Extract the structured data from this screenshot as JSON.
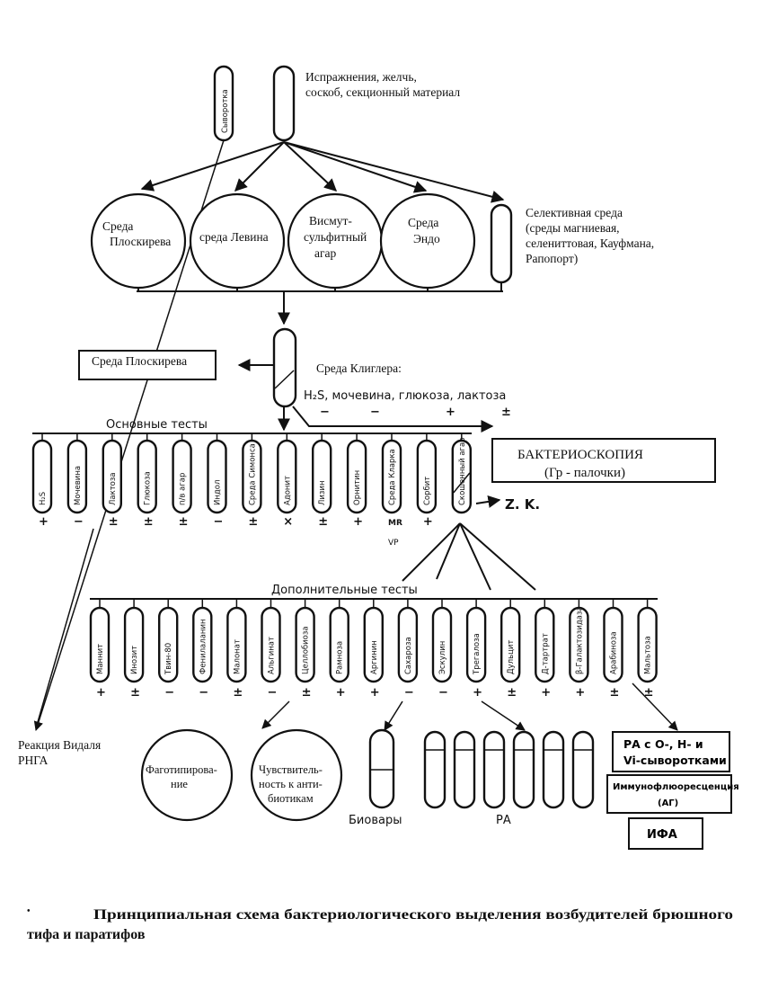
{
  "specimen": {
    "top_tube_label": "Сыворотка",
    "source_line1": "Испражнения, желчь,",
    "source_line2": "соскоб, секционный материал"
  },
  "plates": [
    {
      "line1": "Среда",
      "line2": "Плоскирева",
      "line3": ""
    },
    {
      "line1": "среда Левина",
      "line2": "",
      "line3": ""
    },
    {
      "line1": "Висмут-",
      "line2": "сульфитный",
      "line3": "агар"
    },
    {
      "line1": "Среда",
      "line2": "Эндо",
      "line3": ""
    }
  ],
  "selective": {
    "line1": "Селективная среда",
    "line2": "(среды магниевая,",
    "line3": "селениттовая, Кауфмана,",
    "line4": "Рапопорт)"
  },
  "kligler": {
    "title": "Среда Клиглера:",
    "tests": "H₂S,  мочевина,  глюкоза,  лактоза",
    "signs": [
      "−",
      "−",
      "+",
      "±"
    ]
  },
  "ploskirev_box": "Среда Плоскирева",
  "bacterioscopy": {
    "line1": "БАКТЕРИОСКОПИЯ",
    "line2": "(Гр - палочки)"
  },
  "main_tests": {
    "title": "Основные тесты",
    "tubes": [
      {
        "label": "H₂S",
        "sign": "+"
      },
      {
        "label": "Мочевина",
        "sign": "−"
      },
      {
        "label": "Лактоза",
        "sign": "±"
      },
      {
        "label": "Глюкоза",
        "sign": "±"
      },
      {
        "label": "п/в агар",
        "sign": "±"
      },
      {
        "label": "Индол",
        "sign": "−"
      },
      {
        "label": "Среда Симонса",
        "sign": "±"
      },
      {
        "label": "Адонит",
        "sign": "×"
      },
      {
        "label": "Лизин",
        "sign": "±"
      },
      {
        "label": "Орнитин",
        "sign": "+"
      },
      {
        "label": "Среда Кларка",
        "sign": "МR"
      },
      {
        "label": "Сорбит",
        "sign": "+"
      },
      {
        "label": "Скошенный агар",
        "sign": ""
      }
    ],
    "extra_signs": [
      "VP"
    ],
    "zk": "Z. K."
  },
  "extra_tests": {
    "title": "Дополнительные тесты",
    "tubes": [
      {
        "label": "Маннит",
        "sign": "+"
      },
      {
        "label": "Инозит",
        "sign": "±"
      },
      {
        "label": "Твин-80",
        "sign": "−"
      },
      {
        "label": "Фенилаланин",
        "sign": "−"
      },
      {
        "label": "Малонат",
        "sign": "±"
      },
      {
        "label": "Альгинат",
        "sign": "−"
      },
      {
        "label": "Целлобиоза",
        "sign": "±"
      },
      {
        "label": "Рамноза",
        "sign": "+"
      },
      {
        "label": "Аргинин",
        "sign": "+"
      },
      {
        "label": "Сахароза",
        "sign": "−"
      },
      {
        "label": "Эскулин",
        "sign": "−"
      },
      {
        "label": "Трегалоза",
        "sign": "+"
      },
      {
        "label": "Дульцит",
        "sign": "±"
      },
      {
        "label": "Д-тартрат",
        "sign": "+"
      },
      {
        "label": "β-Галактозидаза",
        "sign": "+"
      },
      {
        "label": "Арабиноза",
        "sign": "±"
      },
      {
        "label": "Мальтоза",
        "sign": "±"
      }
    ]
  },
  "widal": {
    "line1": "Реакция Видаля",
    "line2": "РНГА"
  },
  "phage": {
    "line1": "Фаготипирова-",
    "line2": "ние"
  },
  "sensitivity": {
    "line1": "Чувствитель-",
    "line2": "ность к анти-",
    "line3": "биотикам"
  },
  "biovars": "Биовары",
  "pa": "РА",
  "right_boxes": {
    "pa_line1": "РА с О-, Н- и",
    "pa_line2": "Vi-сыворотками",
    "if_line1": "Иммунофлюоресценция",
    "if_line2": "(АГ)",
    "ifa": "ИФА"
  },
  "caption": {
    "bullet": "•",
    "line1": "Принципиальная схема бактериологического выделения возбудителей брюшного",
    "line2": "тифа и паратифов"
  }
}
